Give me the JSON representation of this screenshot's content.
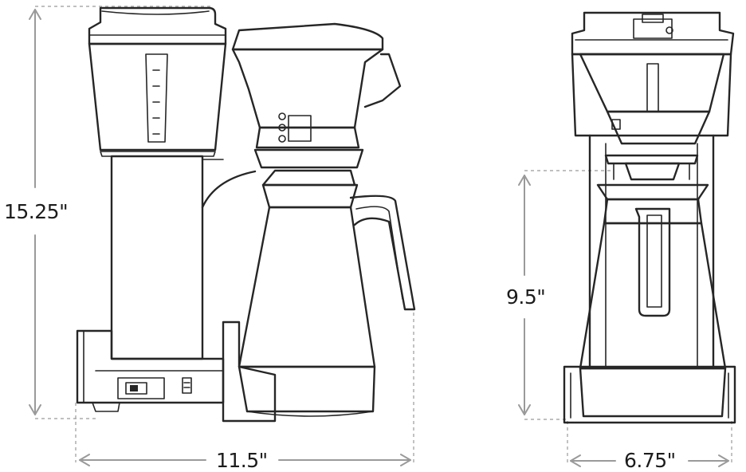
{
  "dimensions": {
    "total_height": "15.25\"",
    "width": "11.5\"",
    "carafe_height": "9.5\"",
    "depth": "6.75\""
  },
  "colors": {
    "line": "#262626",
    "guide": "#9a9a9a",
    "background": "#ffffff"
  }
}
